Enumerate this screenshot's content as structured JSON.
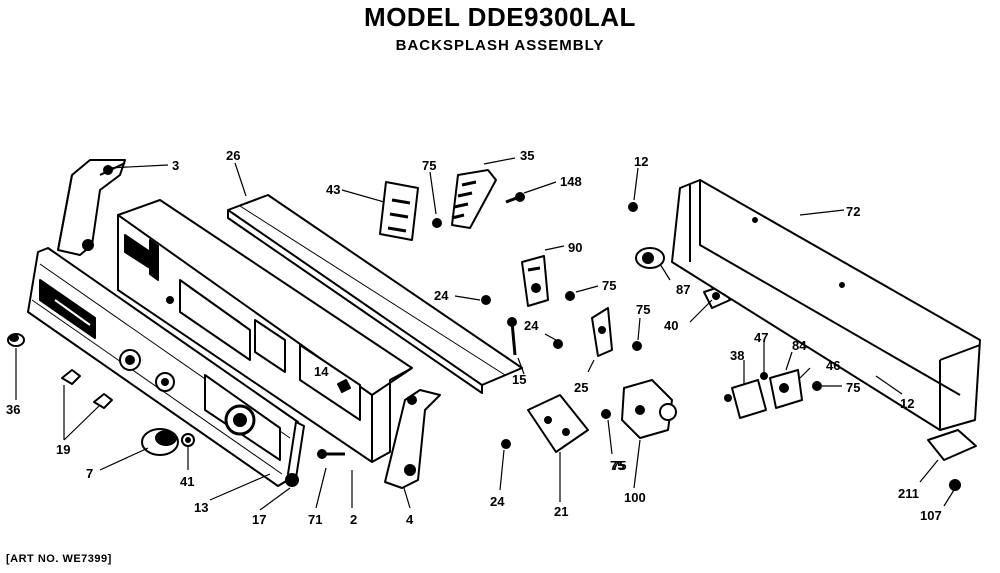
{
  "header": {
    "title": "MODEL DDE9300LAL",
    "subtitle": "BACKSPLASH ASSEMBLY"
  },
  "footer": {
    "art_number": "[ART NO. WE7399]"
  },
  "diagram": {
    "callouts": [
      "3",
      "26",
      "43",
      "75",
      "35",
      "148",
      "12",
      "72",
      "90",
      "75",
      "87",
      "24",
      "24",
      "75",
      "75",
      "40",
      "15",
      "25",
      "47",
      "84",
      "46",
      "75",
      "38",
      "12",
      "36",
      "19",
      "7",
      "41",
      "13",
      "17",
      "71",
      "2",
      "4",
      "24",
      "21",
      "75",
      "100",
      "211",
      "107",
      "14"
    ]
  }
}
